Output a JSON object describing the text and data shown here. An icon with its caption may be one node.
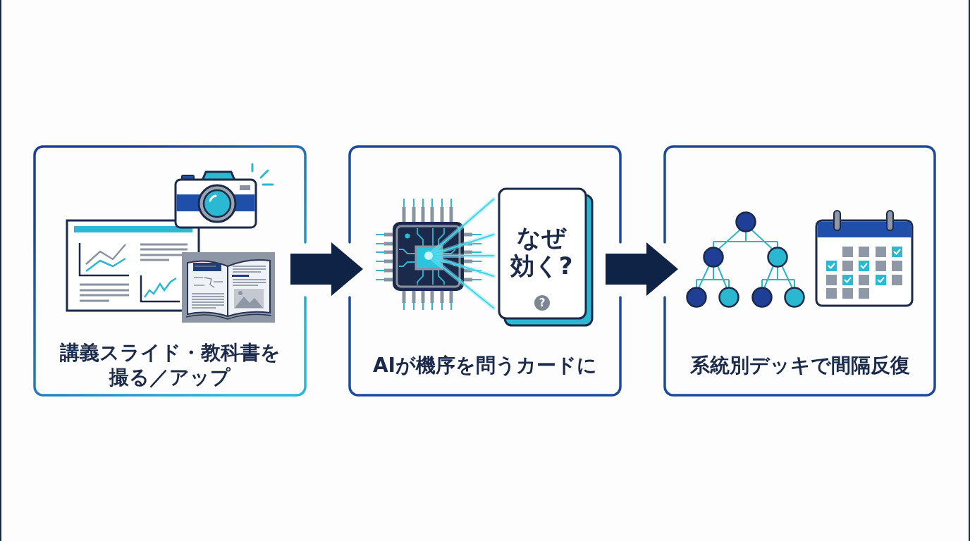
{
  "diagram": {
    "nodes": [
      {
        "text": [
          "講義スライド・教科書を撮る／アップ"
        ]
      },
      {
        "text": [
          "AIが機序を問うカードに"
        ]
      },
      {
        "text": [
          "なぜ効く?",
          "?"
        ],
        "in": 1
      },
      {
        "text": [
          "系統別デッキで間隔反復"
        ]
      }
    ],
    "edges": [
      {
        "from": 0,
        "to": 1,
        "arrow": "to"
      },
      {
        "from": 1,
        "to": 3,
        "arrow": "to"
      }
    ]
  }
}
